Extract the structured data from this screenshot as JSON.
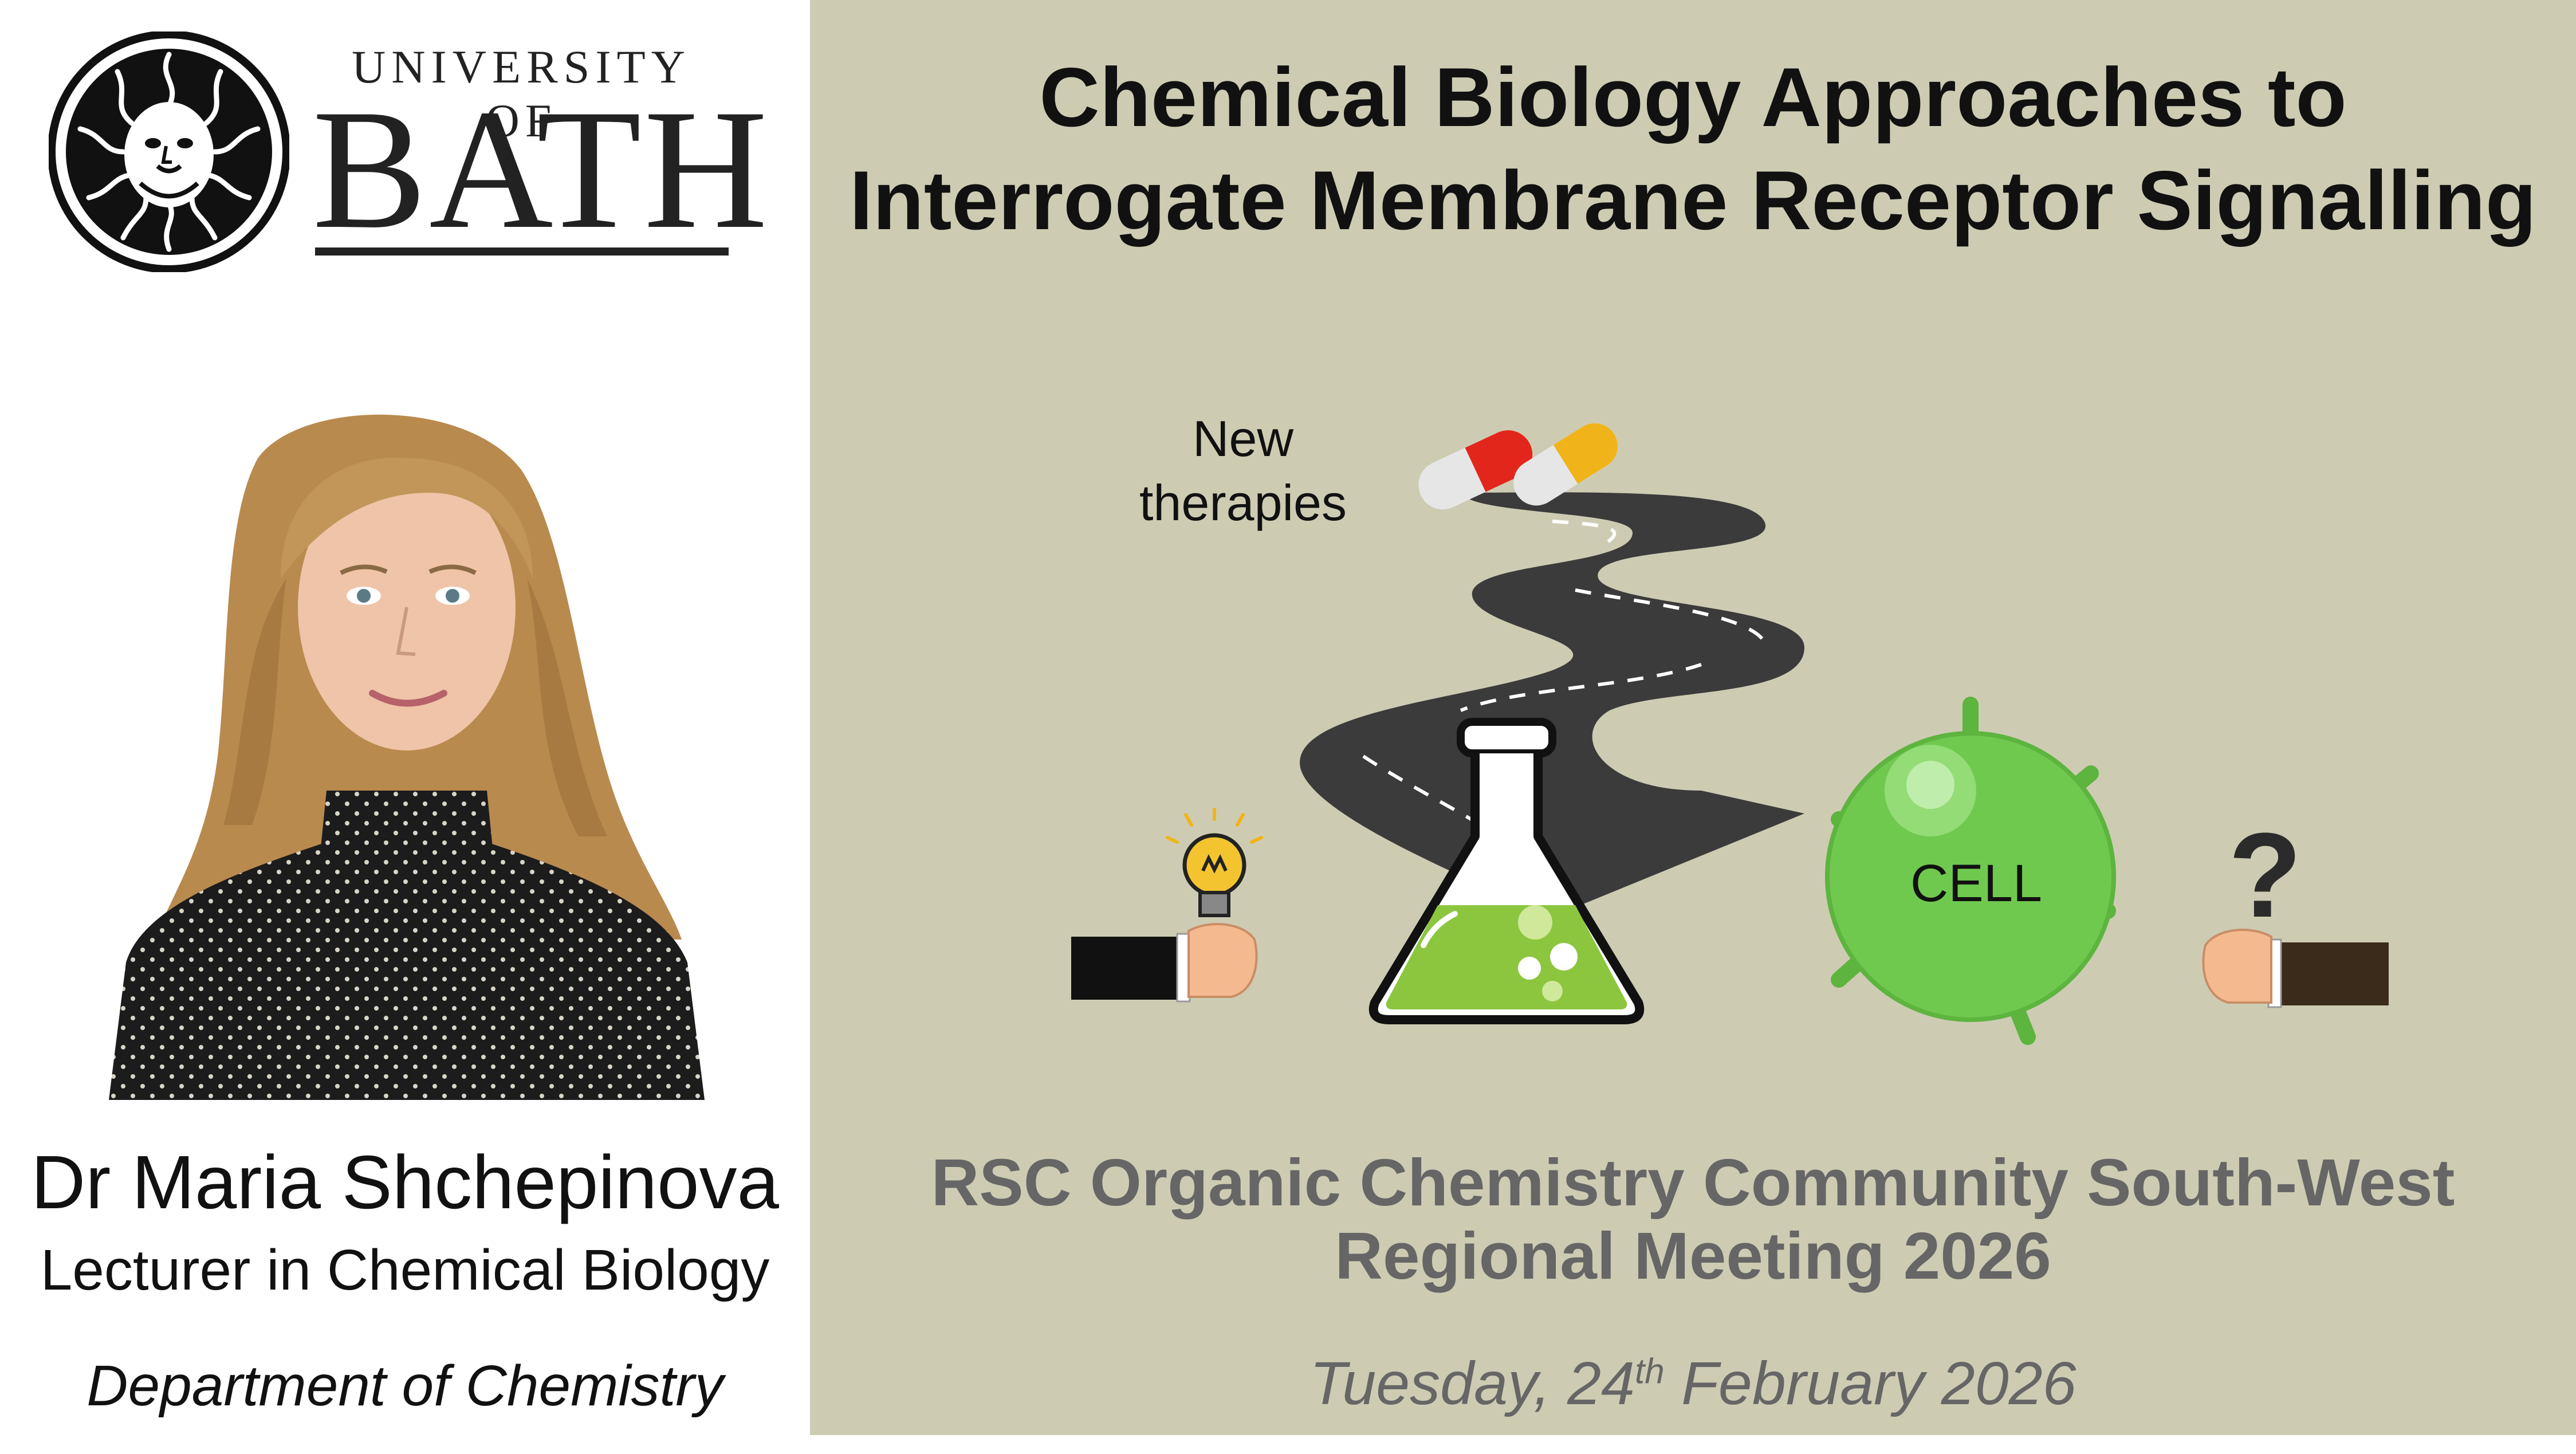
{
  "logo": {
    "line1": "UNIVERSITY OF",
    "line2": "BATH"
  },
  "speaker": {
    "name": "Dr Maria Shchepinova",
    "role": "Lecturer in Chemical Biology",
    "department": "Department of Chemistry"
  },
  "talk": {
    "title_line1": "Chemical Biology Approaches to",
    "title_line2": "Interrogate Membrane Receptor Signalling"
  },
  "illustration": {
    "pills_caption_line1": "New",
    "pills_caption_line2": "therapies",
    "cell_label": "CELL",
    "question_mark": "?"
  },
  "event": {
    "line1": "RSC Organic Chemistry Community South-West",
    "line2": "Regional Meeting 2026",
    "date_prefix": "Tuesday, 24",
    "date_suffix_sup": "th",
    "date_rest": " February 2026"
  },
  "colors": {
    "panel_bg": "#cdccb3",
    "cell_green": "#6fc94f",
    "flask_liquid": "#8cc63f",
    "pill_red": "#e2261c",
    "pill_yellow": "#f0b41a",
    "road": "#3a3a3a",
    "meeting_text": "#666666"
  }
}
